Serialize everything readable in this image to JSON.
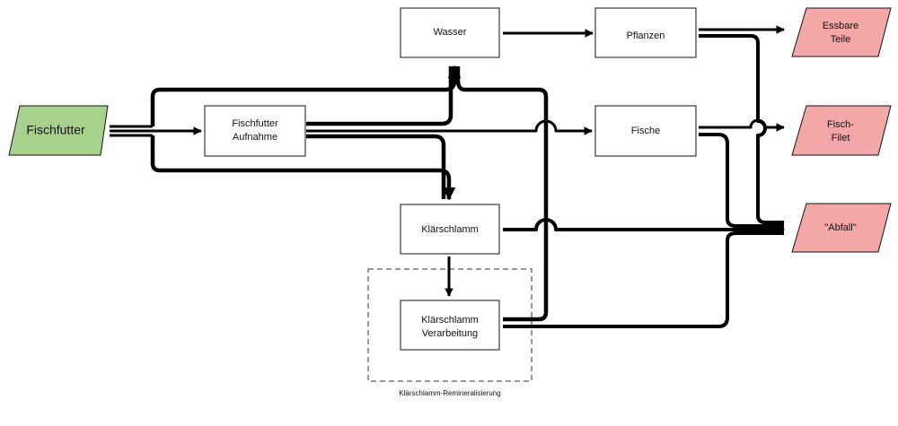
{
  "nodes": {
    "fischfutter": {
      "label": "Fischfutter",
      "color": "#a9d18e"
    },
    "aufnahme": {
      "label_line1": "Fischfutter",
      "label_line2": "Aufnahme"
    },
    "wasser": {
      "label": "Wasser"
    },
    "pflanzen": {
      "label": "Pflanzen"
    },
    "fische": {
      "label": "Fische"
    },
    "klaerschlamm": {
      "label": "Klärschlamm"
    },
    "verarbeitung": {
      "label_line1": "Klärschlamm",
      "label_line2": "Verarbeitung"
    },
    "essbare": {
      "label_line1": "Essbare",
      "label_line2": "Teile",
      "color": "#f4a7a7"
    },
    "filet": {
      "label_line1": "Fisch-",
      "label_line2": "Filet",
      "color": "#f4a7a7"
    },
    "abfall": {
      "label": "\"Abfall\"",
      "color": "#f4a7a7"
    }
  },
  "group": {
    "label": "Klärschlamm-Remineralisierung"
  },
  "colors": {
    "stroke": "#000000",
    "box": "#ffffff",
    "dashed": "#777777"
  }
}
